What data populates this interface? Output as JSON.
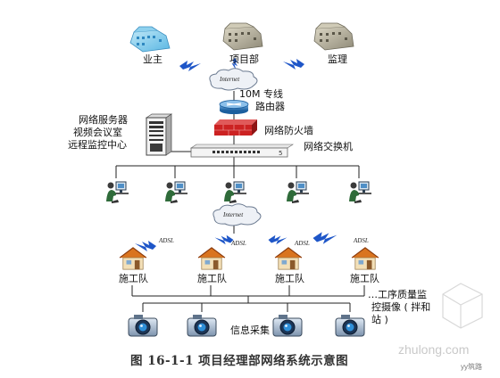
{
  "top_nodes": {
    "owner": "业主",
    "project_dept": "项目部",
    "supervisor": "监理"
  },
  "internet_top": "Internet",
  "dedicated_line": "10M 专线",
  "router": "路由器",
  "firewall": "网络防火墙",
  "switch": "网络交换机",
  "server_labels": [
    "网络服务器",
    "视频会议室",
    "远程监控中心"
  ],
  "internet_mid": "Internet",
  "adsl": [
    "ADSL",
    "ADSL",
    "ADSL",
    "ADSL"
  ],
  "construction_team": [
    "施工队",
    "施工队",
    "施工队",
    "施工队"
  ],
  "camera_note": [
    "…工序质量监",
    "控摄像 ( 拌和",
    "站 )"
  ],
  "info_collection": "信息采集",
  "caption": "图 16-1-1  项目经理部网络系统示意图",
  "watermark": "zhulong.com",
  "corner_watermark": "yy筑路",
  "colors": {
    "link_line": "#222222",
    "lightning": "#1e56c8",
    "firewall": "#cc2222",
    "router": "#1f6fb8",
    "cloud": "#e8ecf3"
  }
}
